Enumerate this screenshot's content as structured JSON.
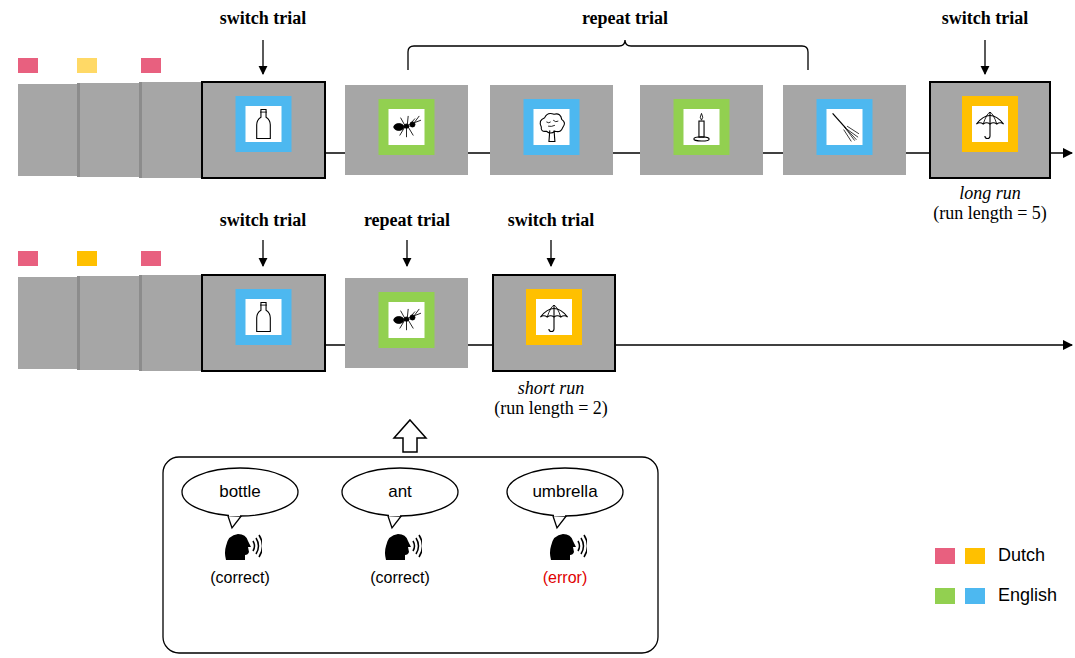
{
  "diagram": {
    "nodes": [
      {
        "text": [
          "bottle"
        ]
      },
      {
        "text": [
          "ant"
        ]
      },
      {
        "text": [
          "umbrella"
        ]
      }
    ],
    "labels": [
      "switch trial",
      "repeat trial",
      "switch trial",
      "long run",
      "(run length = 5)",
      "switch trial",
      "repeat trial",
      "switch trial",
      "short run",
      "(run length = 2)",
      "(correct)",
      "(correct)",
      "(error)"
    ],
    "legend": [
      {
        "text": "Dutch",
        "color": "#e8607f"
      },
      {
        "text": "English",
        "color": "#92d050"
      }
    ]
  }
}
